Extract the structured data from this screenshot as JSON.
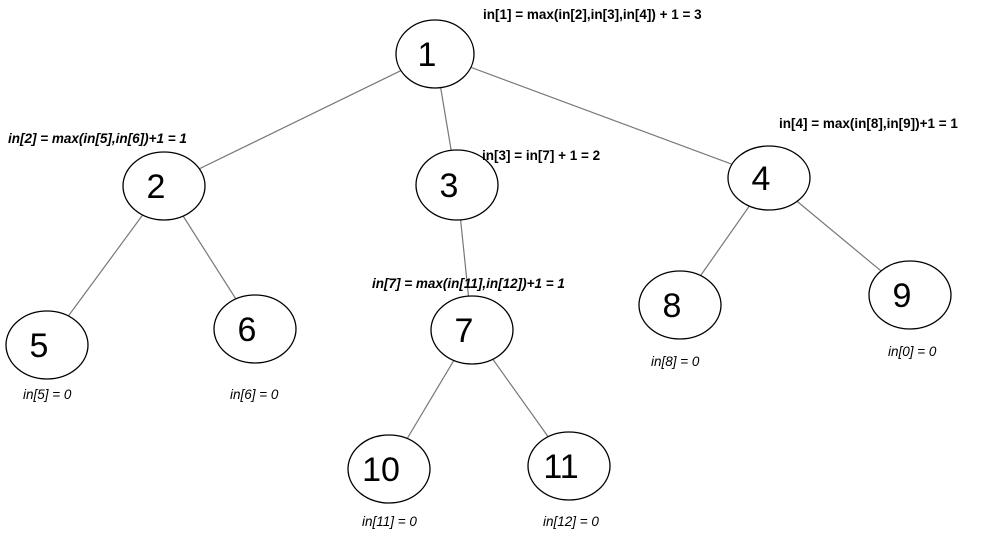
{
  "nodes": [
    {
      "id": "1",
      "label": "1"
    },
    {
      "id": "2",
      "label": "2"
    },
    {
      "id": "3",
      "label": "3"
    },
    {
      "id": "4",
      "label": "4"
    },
    {
      "id": "5",
      "label": "5"
    },
    {
      "id": "6",
      "label": "6"
    },
    {
      "id": "7",
      "label": "7"
    },
    {
      "id": "8",
      "label": "8"
    },
    {
      "id": "9",
      "label": "9"
    },
    {
      "id": "10",
      "label": "10"
    },
    {
      "id": "11",
      "label": "11"
    }
  ],
  "edges": [
    [
      "1",
      "2"
    ],
    [
      "1",
      "3"
    ],
    [
      "1",
      "4"
    ],
    [
      "2",
      "5"
    ],
    [
      "2",
      "6"
    ],
    [
      "3",
      "7"
    ],
    [
      "4",
      "8"
    ],
    [
      "4",
      "9"
    ],
    [
      "7",
      "10"
    ],
    [
      "7",
      "11"
    ]
  ],
  "annotations": {
    "in1": "in[1] = max(in[2],in[3],in[4]) + 1 = 3",
    "in2": "in[2] = max(in[5],in[6])+1 = 1",
    "in3": "in[3] = in[7] + 1 = 2",
    "in4": "in[4] = max(in[8],in[9])+1 = 1",
    "in7": "in[7] = max(in[11],in[12])+1 = 1",
    "in5": "in[5] = 0",
    "in6": "in[6] = 0",
    "in8": "in[8] = 0",
    "in9": "in[0] = 0",
    "in11": "in[11] = 0",
    "in12": "in[12] = 0"
  },
  "colors": {
    "edge": "#777777",
    "node_stroke": "#000000",
    "node_fill": "#ffffff",
    "text": "#000000"
  }
}
